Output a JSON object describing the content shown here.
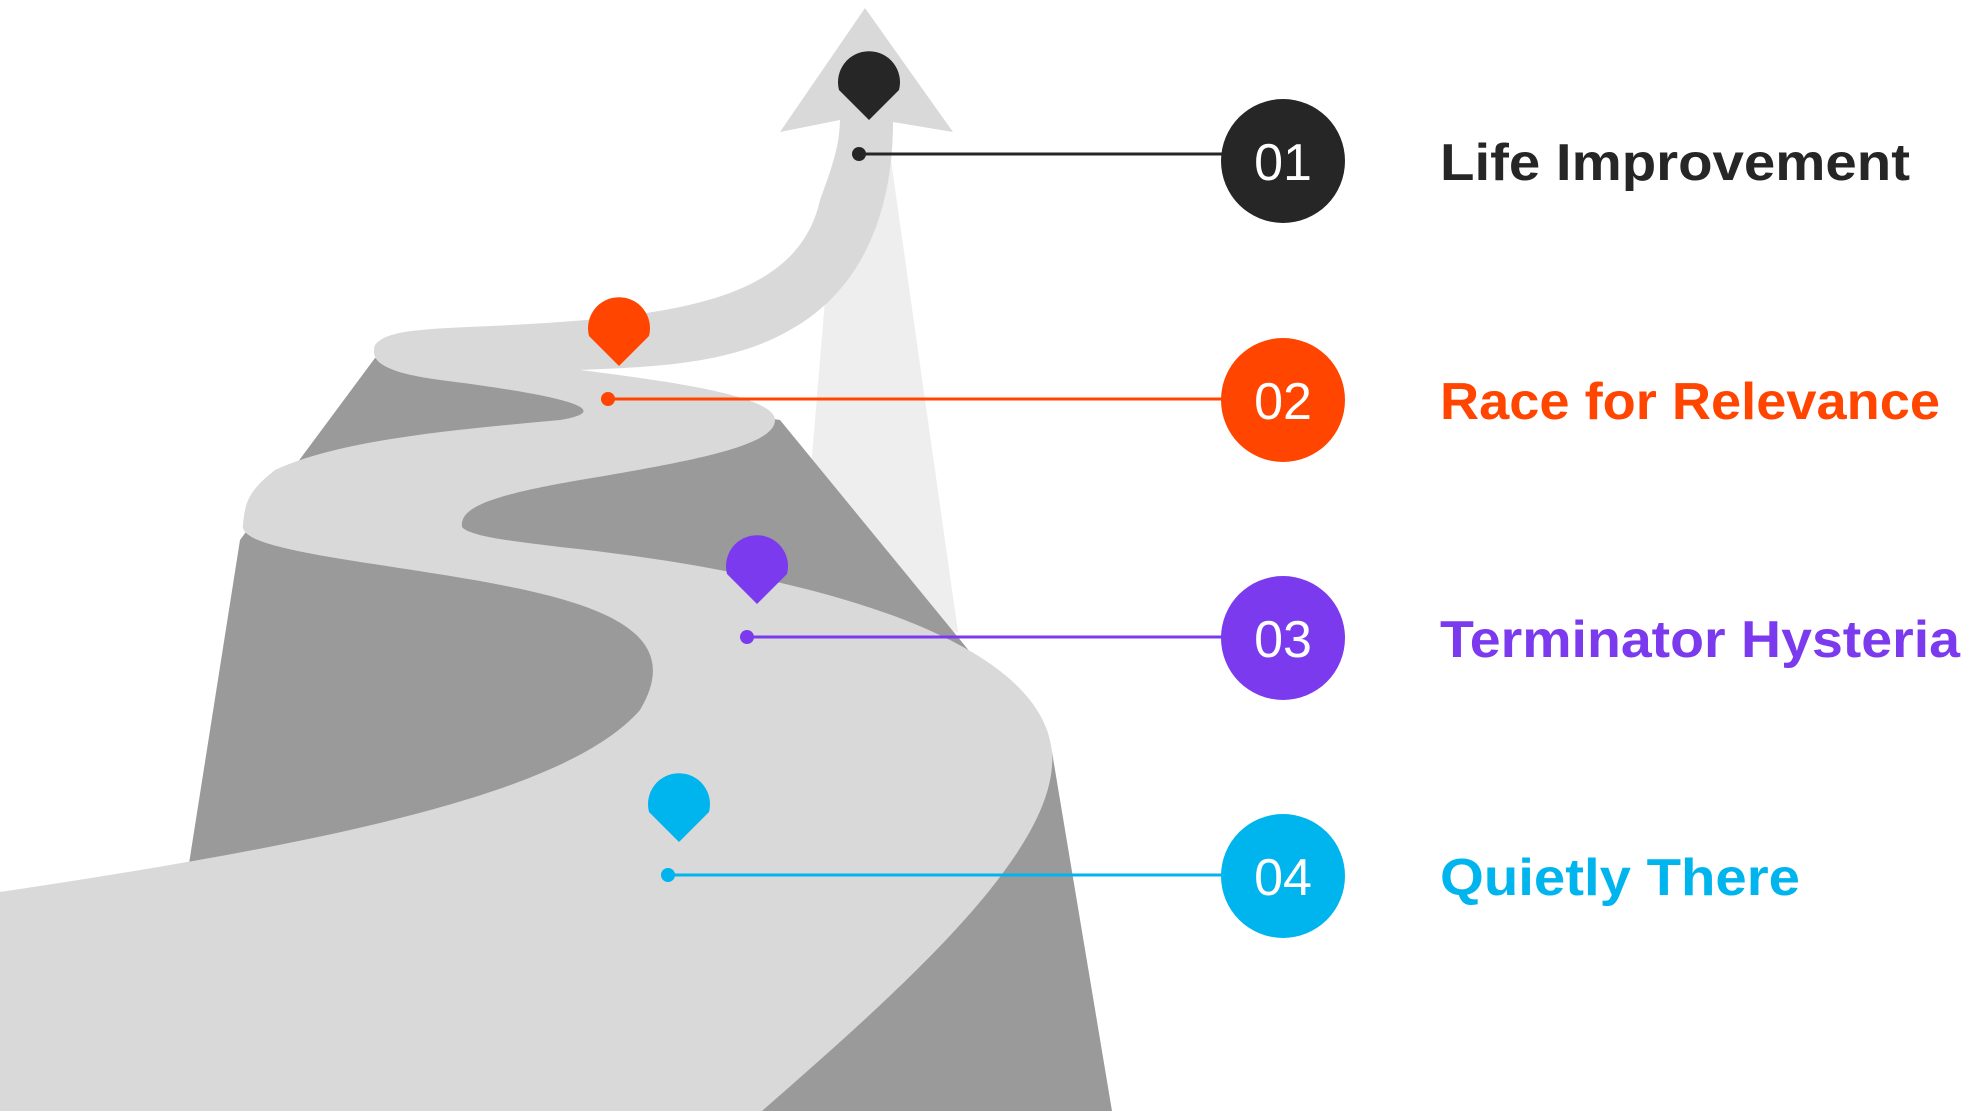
{
  "steps": [
    {
      "number": "01",
      "label": "Life Improvement",
      "color": "#262626",
      "text_color": "#262626"
    },
    {
      "number": "02",
      "label": "Race for Relevance",
      "color": "#FF4500",
      "text_color": "#FF4500"
    },
    {
      "number": "03",
      "label": "Terminator Hysteria",
      "color": "#7B3AED",
      "text_color": "#7B3AED"
    },
    {
      "number": "04",
      "label": "Quietly There",
      "color": "#00B4EE",
      "text_color": "#00B4EE"
    }
  ],
  "palette": {
    "mountain": "#9A9A9A",
    "road": "#D9D9D9",
    "arrow_shadow": "#EEEEEE"
  }
}
